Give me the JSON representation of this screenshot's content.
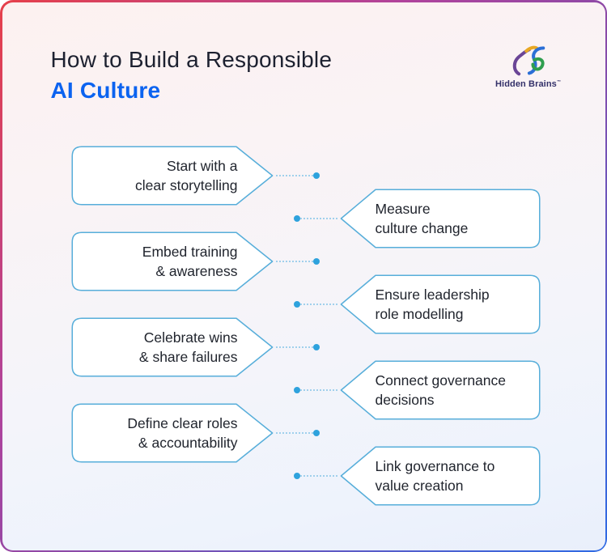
{
  "header": {
    "title_line1": "How to Build a Responsible",
    "title_line2": "AI Culture"
  },
  "logo": {
    "wordmark": "Hidden Brains",
    "trademark": "™"
  },
  "colors": {
    "title_text": "#1d2130",
    "title_accent": "#0b63f0",
    "box_border": "#57aeda",
    "box_fill": "#ffffff",
    "box_text": "#21252e",
    "connector_line": "#a0d0ec",
    "connector_dot": "#2ea2dd",
    "frame_gradient": [
      "#e6404a",
      "#8a4aa8",
      "#2e6be4"
    ],
    "logo_mark": [
      "#2b6fd6",
      "#2f9e4f",
      "#e8a823",
      "#6a4596"
    ]
  },
  "boxes": {
    "left": [
      {
        "line1": "Start with a",
        "line2": "clear storytelling"
      },
      {
        "line1": "Embed training",
        "line2": "& awareness"
      },
      {
        "line1": "Celebrate wins",
        "line2": "& share failures"
      },
      {
        "line1": "Define clear roles",
        "line2": "& accountability"
      }
    ],
    "right": [
      {
        "line1": "Measure",
        "line2": "culture change"
      },
      {
        "line1": "Ensure leadership",
        "line2": "role modelling"
      },
      {
        "line1": "Connect governance",
        "line2": "decisions"
      },
      {
        "line1": "Link governance to",
        "line2": "value creation"
      }
    ]
  }
}
